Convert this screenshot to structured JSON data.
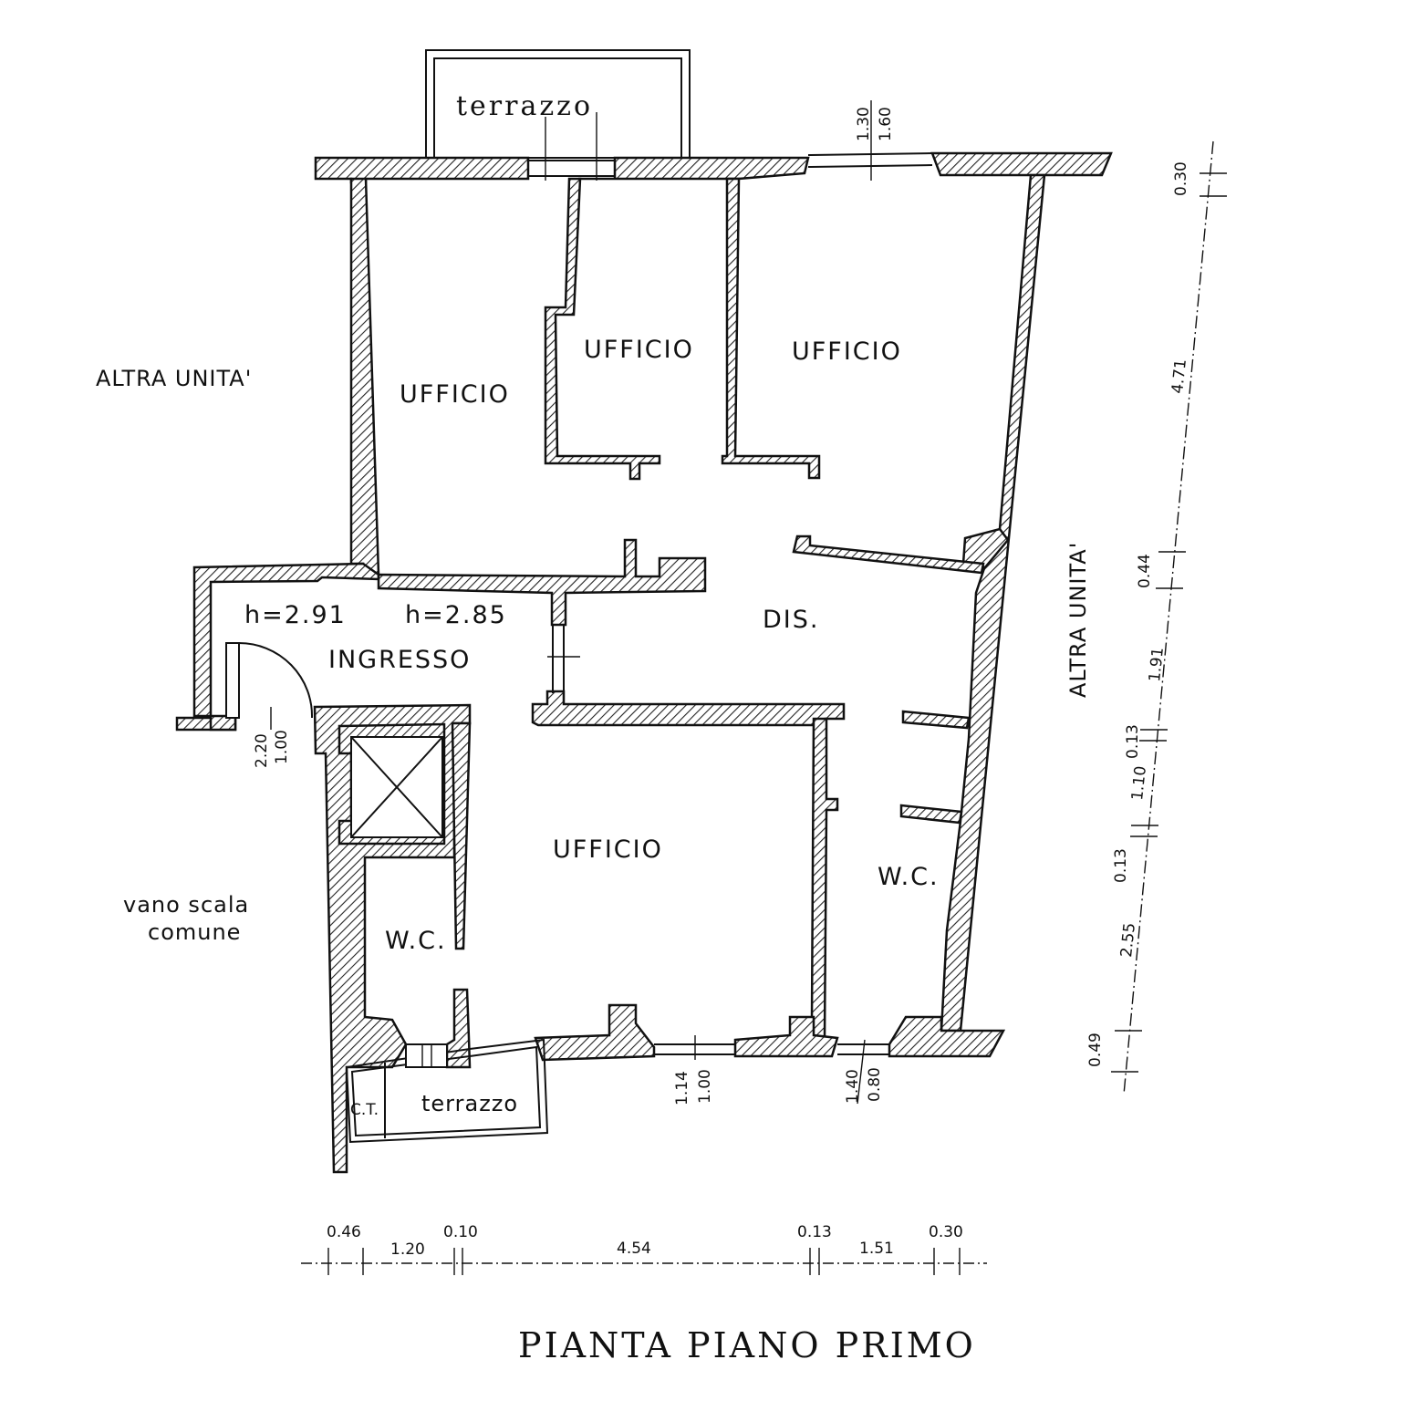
{
  "title": "PIANTA PIANO PRIMO",
  "rooms": {
    "terrace_top": "terrazzo",
    "office_left": "UFFICIO",
    "office_mid": "UFFICIO",
    "office_right": "UFFICIO",
    "office_bottom": "UFFICIO",
    "corridor": "DIS.",
    "entrance": "INGRESSO",
    "wc_left": "W.C.",
    "wc_right": "W.C.",
    "terrace_bottom": "terrazzo",
    "ct": "C.T."
  },
  "heights": {
    "h1": "h=2.91",
    "h2": "h=2.85"
  },
  "surroundings": {
    "other_unit_left": "ALTRA UNITA'",
    "other_unit_right": "ALTRA UNITA'",
    "stair_1": "vano scala",
    "stair_2": "comune"
  },
  "openings": {
    "top_window_a": "1.60",
    "top_window_b": "1.30",
    "entry_door_a": "1.00",
    "entry_door_b": "2.20",
    "bottom_win1_a": "1.00",
    "bottom_win1_b": "1.14",
    "bottom_win2_a": "0.80",
    "bottom_win2_b": "1.40"
  },
  "dimensions_bottom": [
    "0.46",
    "1.20",
    "0.10",
    "4.54",
    "0.13",
    "1.51",
    "0.30"
  ],
  "dimensions_right": [
    "0.30",
    "4.71",
    "0.44",
    "1.91",
    "0.13",
    "1.10",
    "0.13",
    "2.55",
    "0.49"
  ]
}
